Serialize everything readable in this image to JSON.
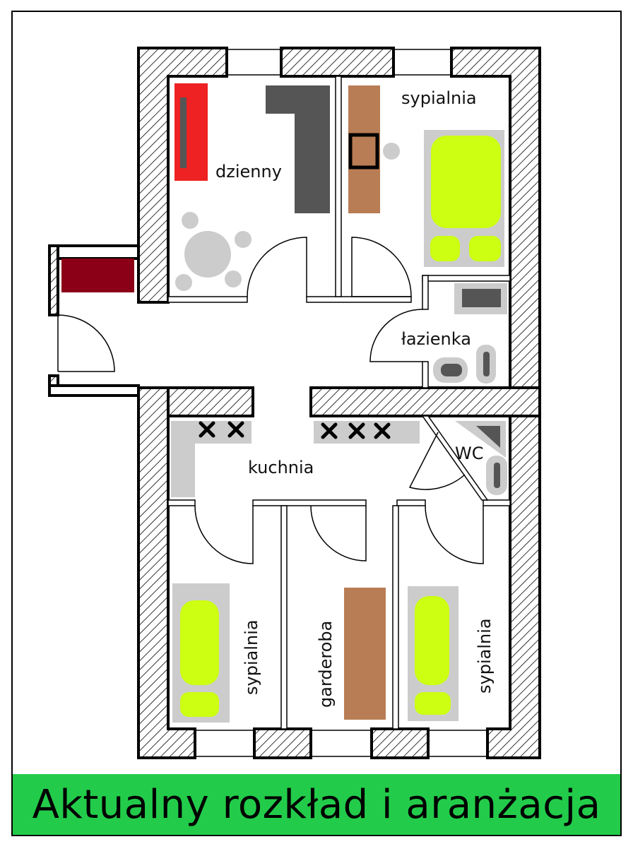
{
  "colors": {
    "frame": "#000000",
    "caption_bg": "#22cc4a",
    "wall_hatch": "#000000",
    "sofa_dark": "#555555",
    "wood": "#b97d55",
    "red_cabinet": "#ee2222",
    "dark_red_cabinet": "#8b0016",
    "bed_green": "#ccff11",
    "furniture_grey": "#cccccc",
    "fixture_dark": "#555555"
  },
  "rooms": {
    "living": "dzienny",
    "bedroom_top": "sypialnia",
    "bathroom": "łazienka",
    "kitchen": "kuchnia",
    "wc": "WC",
    "bedroom_left": "sypialnia",
    "wardrobe": "garderoba",
    "bedroom_right": "sypialnia"
  },
  "caption": {
    "text": "Aktualny rozkład i aranżacja"
  }
}
